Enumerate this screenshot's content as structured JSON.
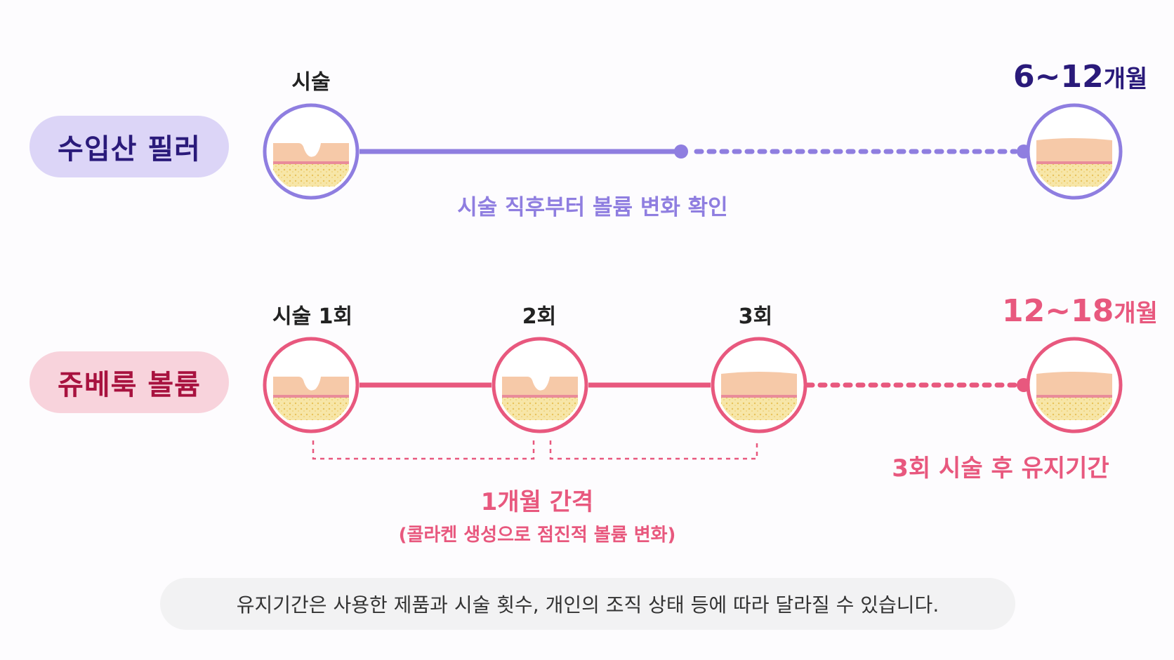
{
  "colors": {
    "purple_accent": "#8f7ee0",
    "purple_dark": "#2a1a7a",
    "pink_accent": "#e8587e",
    "pink_dark": "#a8123f",
    "skin_top": "#f6c9a8",
    "skin_line": "#e98c9a",
    "fat": "#f7e3a0"
  },
  "row1": {
    "pill": "수입산 필러",
    "start_label": "시술",
    "duration_num": "6~12",
    "duration_unit": "개월",
    "caption": "시술 직후부터 볼륨 변화 확인",
    "circle_icons": [
      "dented-skin-icon",
      "filled-skin-icon"
    ]
  },
  "row2": {
    "pill": "쥬베룩 볼륨",
    "labels": [
      "시술 1회",
      "2회",
      "3회"
    ],
    "duration_num": "12~18",
    "duration_unit": "개월",
    "caption_right": "3회 시술 후 유지기간",
    "interval": "1개월 간격",
    "interval_sub": "(콜라켄 생성으로 점진적 볼륨 변화)",
    "circle_icons": [
      "dented-skin-icon",
      "dented-skin-icon",
      "filled-skin-icon",
      "filled-skin-icon"
    ]
  },
  "note": "유지기간은 사용한 제품과 시술 횟수, 개인의 조직 상태 등에 따라 달라질 수 있습니다."
}
